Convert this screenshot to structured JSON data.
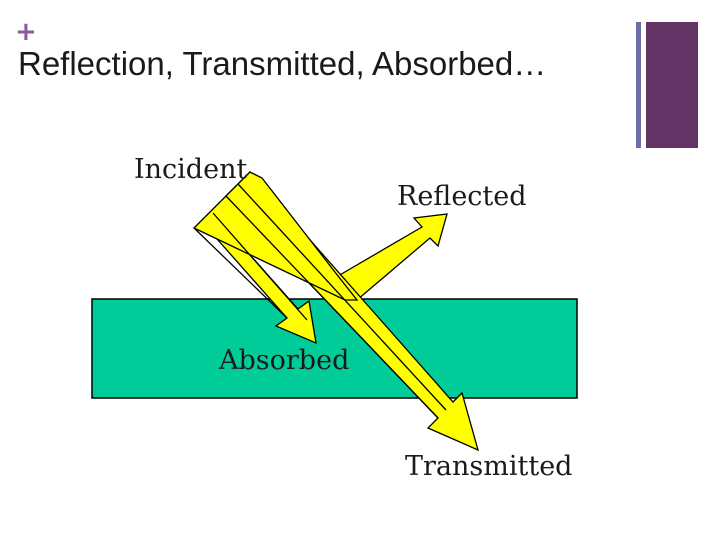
{
  "slide": {
    "title": "Reflection, Transmitted, Absorbed…",
    "bullet_symbol": "+",
    "accent_color": "#633366",
    "secondary_accent_color": "#6c6fa6"
  },
  "diagram": {
    "labels": {
      "incident": "Incident",
      "reflected": "Reflected",
      "absorbed": "Absorbed",
      "transmitted": "Transmitted"
    },
    "colors": {
      "medium": "#00cc99",
      "ray": "#ffff00",
      "outline": "#000000"
    }
  }
}
